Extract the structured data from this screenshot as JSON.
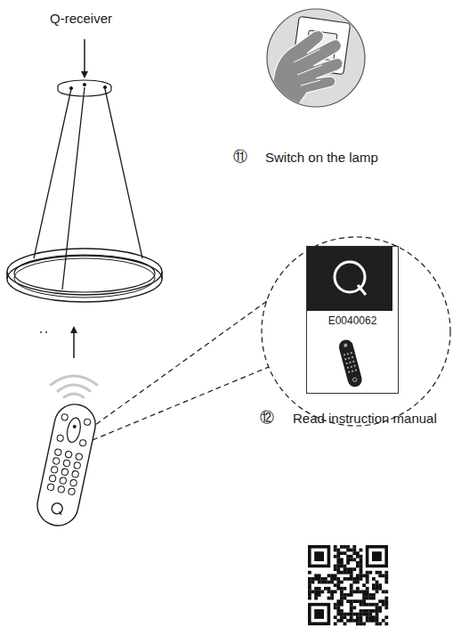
{
  "diagram": {
    "nodes": [
      {
        "text": [
          "E0040062"
        ]
      }
    ],
    "labels": [
      "Q-receiver",
      "⑪",
      "Switch on the lamp",
      "⑫",
      "Read instruction manual"
    ]
  }
}
